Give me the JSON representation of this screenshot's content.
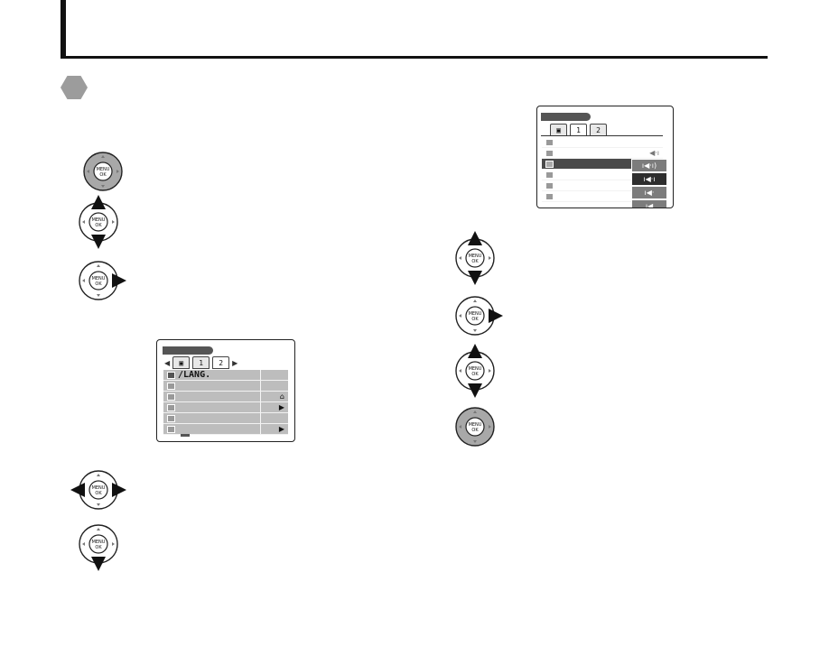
{
  "left_screen": {
    "menu_items": [
      {
        "icon": "globe-icon",
        "label": "/LANG.",
        "value": ""
      },
      {
        "icon": "camera-icon",
        "label": "",
        "value": ""
      },
      {
        "icon": "clock-icon",
        "label": "",
        "value": "⌂"
      },
      {
        "icon": "setting-icon",
        "label": "",
        "value": "▶"
      },
      {
        "icon": "setting-icon",
        "label": "",
        "value": ""
      },
      {
        "icon": "setting-icon",
        "label": "",
        "value": "▶"
      }
    ],
    "tabs": [
      {
        "icon": "camera-icon",
        "label": ""
      },
      {
        "icon": "wrench-icon",
        "label": "1"
      },
      {
        "icon": "wrench-icon",
        "label": "2"
      }
    ]
  },
  "right_screen": {
    "tabs": [
      {
        "icon": "camera-icon",
        "label": ""
      },
      {
        "icon": "wrench-icon",
        "label": "1"
      },
      {
        "icon": "wrench-icon",
        "label": "2"
      }
    ],
    "volume_value": "◀·ı",
    "popup_options": [
      "ı◀·ı)",
      "ı◀·ı",
      "ı◀·",
      "ı◀"
    ],
    "popup_selected_index": 1
  },
  "menu_ok_label": "MENU/OK"
}
